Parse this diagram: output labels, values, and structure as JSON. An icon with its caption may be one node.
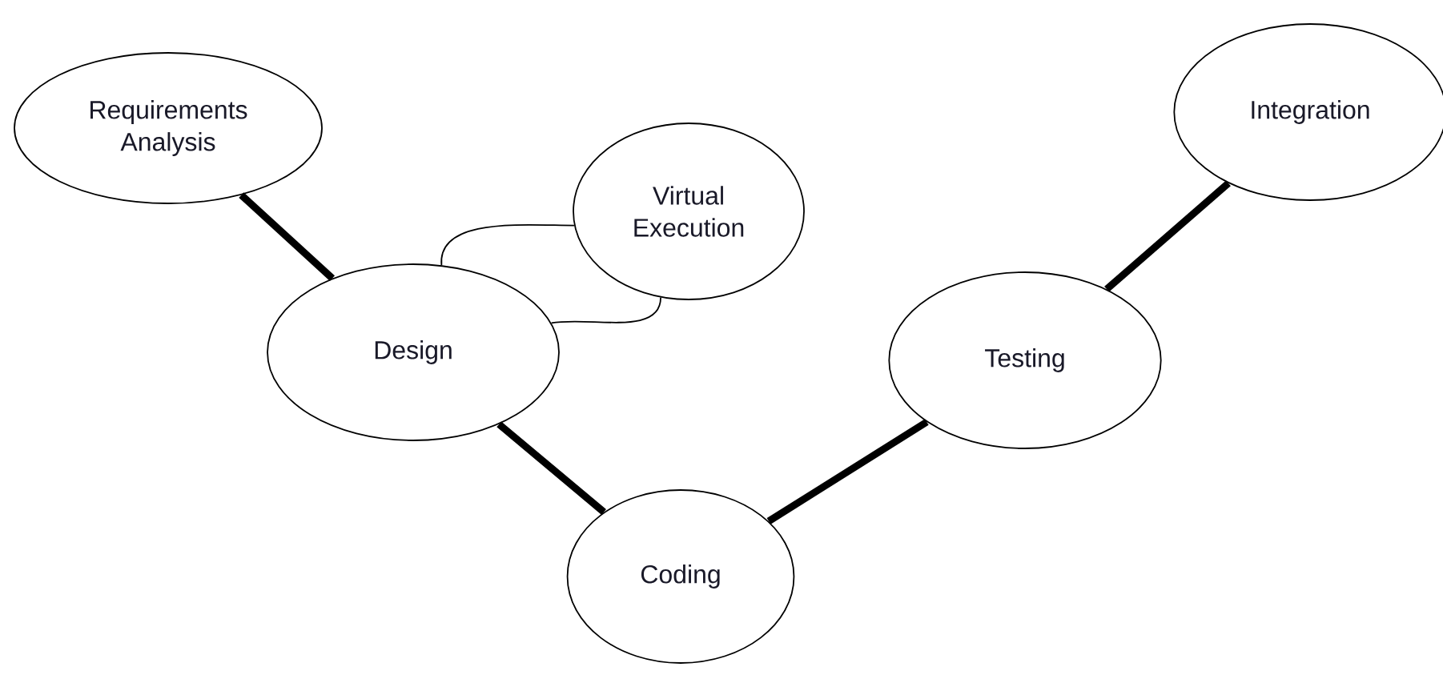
{
  "diagram": {
    "nodes": [
      {
        "text": [
          "Requirements Analysis"
        ]
      },
      {
        "text": [
          "Virtual Execution"
        ]
      },
      {
        "text": [
          "Design"
        ]
      },
      {
        "text": [
          "Integration"
        ]
      },
      {
        "text": [
          "Testing"
        ]
      },
      {
        "text": [
          "Coding"
        ]
      }
    ],
    "edges": [
      {
        "from": 0,
        "to": 2,
        "arrow": "none"
      },
      {
        "from": 2,
        "to": 1,
        "arrow": "none"
      },
      {
        "from": 2,
        "to": 1,
        "arrow": "none"
      },
      {
        "from": 2,
        "to": 5,
        "arrow": "none"
      },
      {
        "from": 5,
        "to": 4,
        "arrow": "none"
      },
      {
        "from": 4,
        "to": 3,
        "arrow": "none"
      }
    ]
  }
}
